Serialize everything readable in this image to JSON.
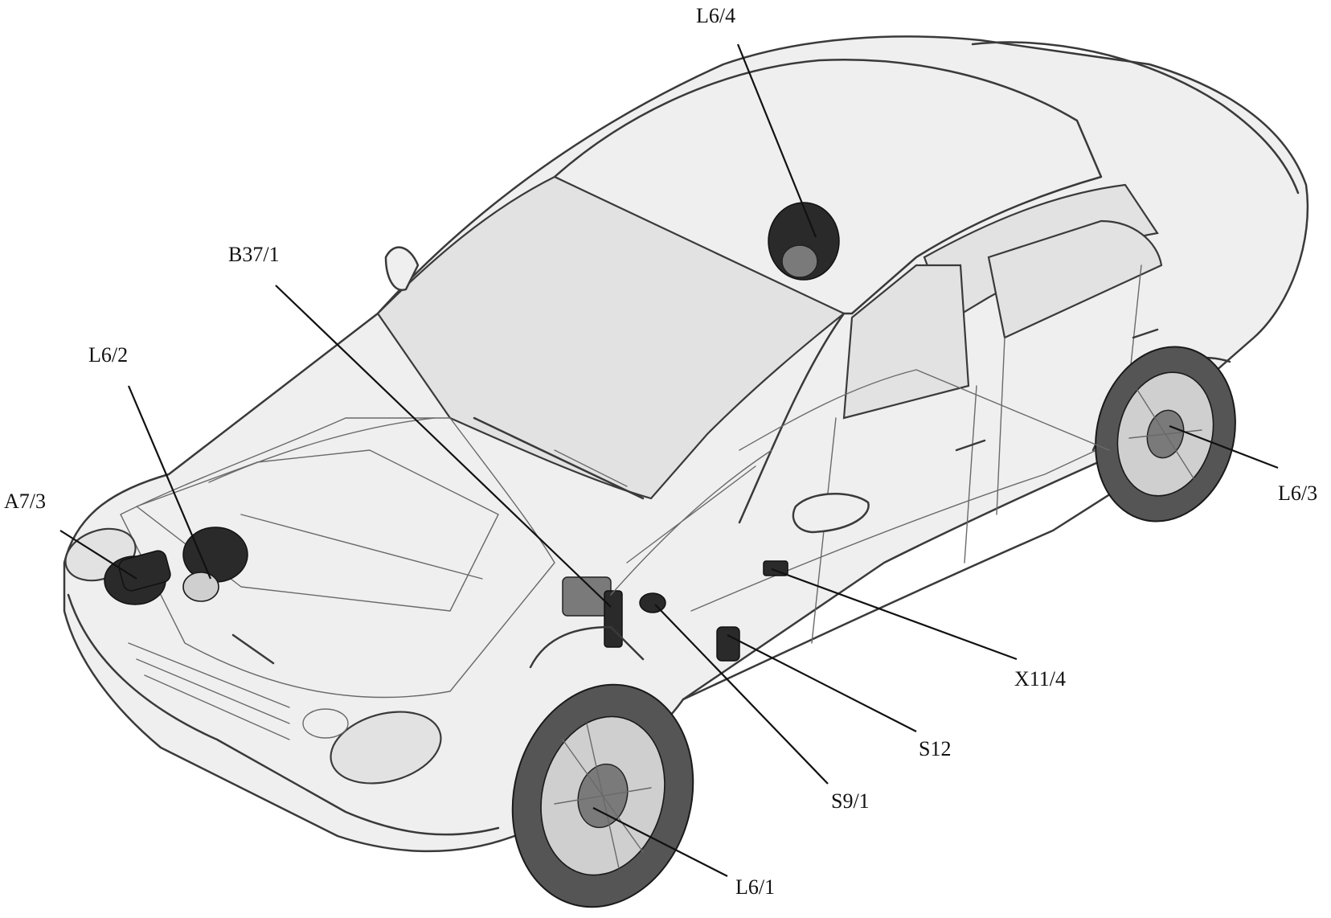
{
  "diagram": {
    "labels": {
      "l6_4": "L6/4",
      "b37_1": "B37/1",
      "l6_2": "L6/2",
      "a7_3": "A7/3",
      "l6_3": "L6/3",
      "x11_4": "X11/4",
      "s12": "S12",
      "s9_1": "S9/1",
      "l6_1": "L6/1"
    }
  }
}
